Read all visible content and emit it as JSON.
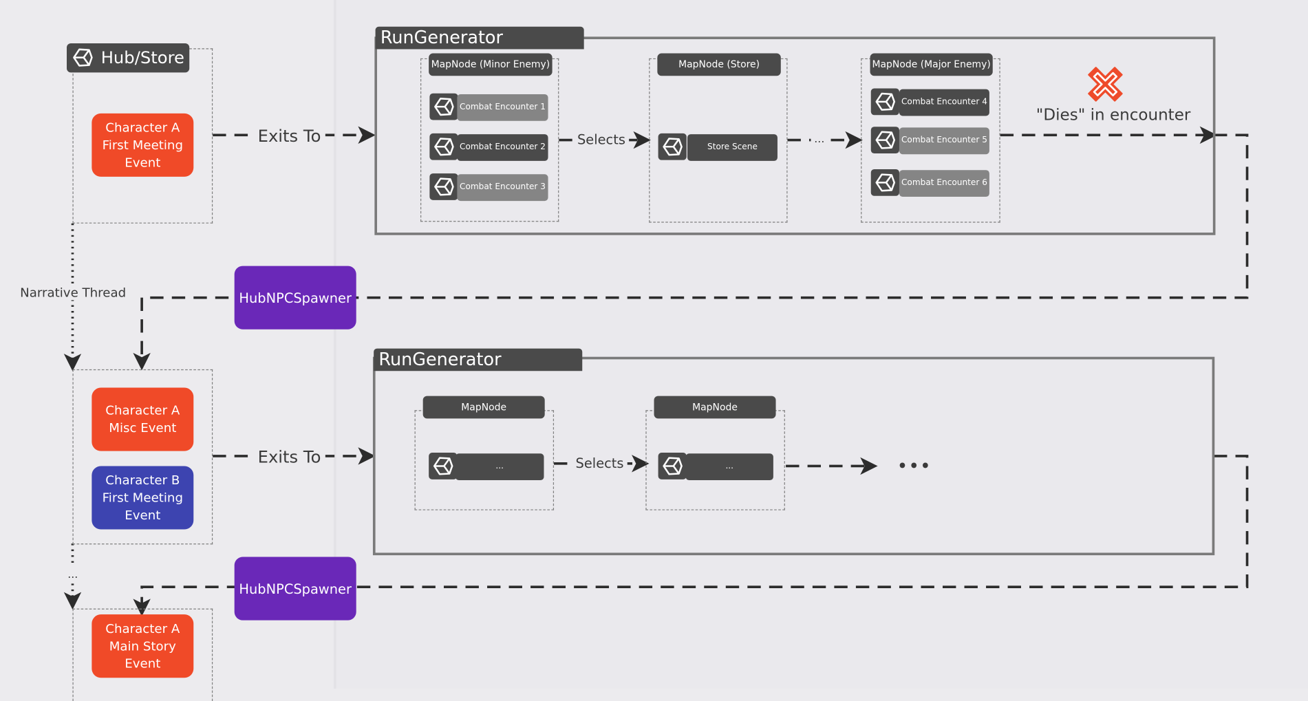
{
  "hub": {
    "title": "Hub/Store"
  },
  "events": {
    "a_first_meeting": [
      "Character A",
      "First Meeting",
      "Event"
    ],
    "a_misc": [
      "Character A",
      "Misc Event"
    ],
    "b_first_meeting": [
      "Character B",
      "First Meeting",
      "Event"
    ],
    "a_main_story": [
      "Character A",
      "Main Story",
      "Event"
    ]
  },
  "labels": {
    "exits_to": "Exits To",
    "selects": "Selects",
    "narrative_thread": "Narrative Thread",
    "dies": "\"Dies\" in encounter",
    "ellipsis": "...",
    "big_ellipsis": "• • •"
  },
  "spawner": {
    "label": "HubNPCSpawner"
  },
  "run1": {
    "title": "RunGenerator",
    "node_minor": "MapNode (Minor Enemy)",
    "node_store": "MapNode (Store)",
    "node_major": "MapNode (Major Enemy)",
    "encounters_minor": [
      "Combat Encounter 1",
      "Combat Encounter 2",
      "Combat Encounter 3"
    ],
    "store_scene": "Store Scene",
    "encounters_major": [
      "Combat Encounter 4",
      "Combat Encounter 5",
      "Combat Encounter 6"
    ]
  },
  "run2": {
    "title": "RunGenerator",
    "node_a": "MapNode",
    "node_b": "MapNode",
    "item_a": "...",
    "item_b": "..."
  },
  "colors": {
    "event_red": "#f04a28",
    "event_blue": "#3d44b0",
    "spawner_purple": "#6a28b8",
    "header_dark": "#4a4a4a",
    "x_mark": "#ee4b2b"
  }
}
